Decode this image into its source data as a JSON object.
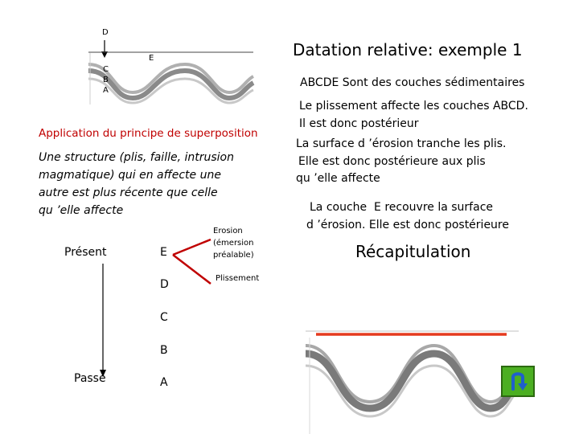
{
  "diagram_top": {
    "label_d": "D",
    "label_e": "E",
    "label_c": "C",
    "label_b": "B",
    "label_a": "A"
  },
  "title": "Datation relative: exemple 1",
  "explanations": [
    "ABCDE Sont des couches sédimentaires",
    "Le plissement affecte les couches ABCD.",
    "Il est donc postérieur",
    "La surface d ’érosion tranche les plis.",
    "Elle est donc postérieure aux plis",
    "qu ’elle affecte",
    "La couche  E recouvre la surface",
    "d ’érosion. Elle est donc postérieure"
  ],
  "principle_heading": "Application du principe de superposition",
  "principle_text": [
    "Une structure (plis, faille, intrusion",
    "magmatique) qui en affecte une",
    "autre est plus récente que celle",
    "qu ’elle affecte"
  ],
  "timeline": {
    "present": "Présent",
    "past": "Passé",
    "layers": [
      "E",
      "D",
      "C",
      "B",
      "A"
    ],
    "erosion": [
      "Erosion",
      "(émersion",
      "préalable)"
    ],
    "folding": "Plissement"
  },
  "recap_link": "Récapitulation",
  "back_button": {
    "icon": "u-turn-arrow-icon",
    "color": "#4caf22"
  },
  "colors": {
    "heading": "#c00000",
    "erosion_line": "#e53a1f",
    "layers": "#808080"
  }
}
